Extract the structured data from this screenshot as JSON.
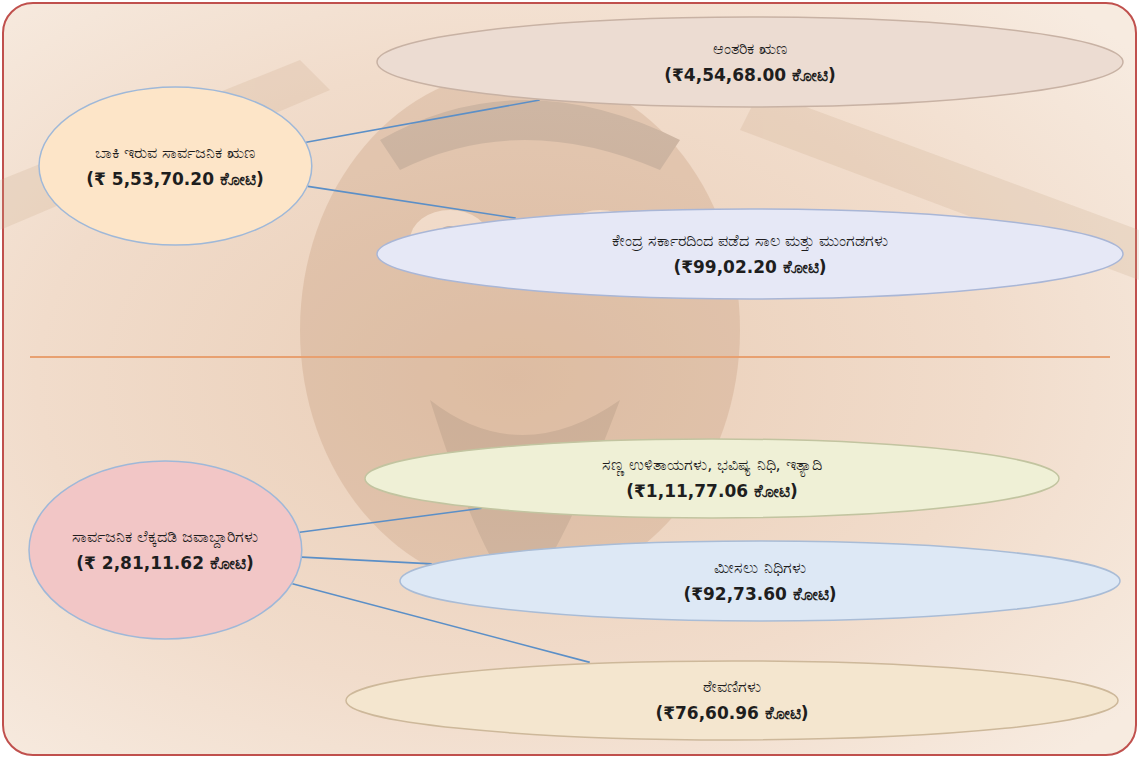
{
  "diagram": {
    "nodes": [
      {
        "text": [
          "ಬಾಕಿ ಇರುವ ಸಾರ್ವಜನಿಕ ಋಣ",
          "(₹ 5,53,70.20 ಕೋಟಿ)"
        ]
      },
      {
        "text": [
          "ಆಂತರಿಕ ಋಣ",
          "(₹4,54,68.00 ಕೋಟಿ)"
        ]
      },
      {
        "text": [
          "ಕೇಂದ್ರ ಸರ್ಕಾರದಿಂದ ಪಡೆದ ಸಾಲ ಮತ್ತು ಮುಂಗಡಗಳು",
          "(₹99,02.20 ಕೋಟಿ)"
        ]
      },
      {
        "text": [
          "ಸಾರ್ವಜನಿಕ ಲೆಕ್ಕದಡಿ ಜವಾಬ್ದಾರಿಗಳು",
          "(₹ 2,81,11.62 ಕೋಟಿ)"
        ]
      },
      {
        "text": [
          "ಸಣ್ಣ ಉಳಿತಾಯಗಳು, ಭವಿಷ್ಯ ನಿಧಿ, ಇತ್ಯಾದಿ",
          "(₹1,11,77.06 ಕೋಟಿ)"
        ]
      },
      {
        "text": [
          "ಮೀಸಲು ನಿಧಿಗಳು",
          "(₹92,73.60 ಕೋಟಿ)"
        ]
      },
      {
        "text": [
          "ಠೇವಣಿಗಳು",
          "(₹76,60.96 ಕೋಟಿ)"
        ]
      }
    ],
    "edges": [
      {
        "from": 0,
        "to": 1,
        "arrow": "none"
      },
      {
        "from": 0,
        "to": 2,
        "arrow": "none"
      },
      {
        "from": 3,
        "to": 4,
        "arrow": "none"
      },
      {
        "from": 3,
        "to": 5,
        "arrow": "none"
      },
      {
        "from": 3,
        "to": 6,
        "arrow": "none"
      }
    ]
  }
}
